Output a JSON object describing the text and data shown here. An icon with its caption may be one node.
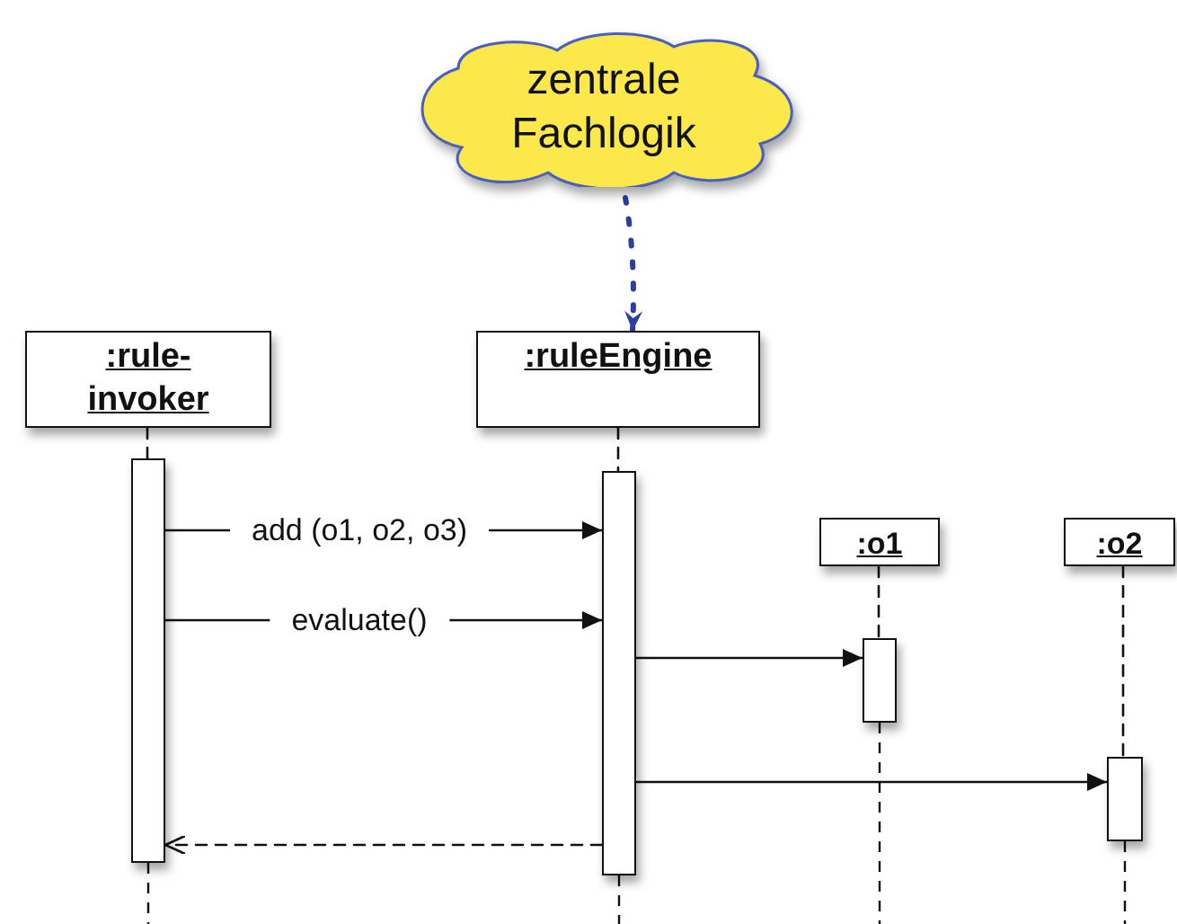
{
  "diagram": {
    "nodes": [
      {
        "text": [
          "zentrale Fachlogik"
        ]
      },
      {
        "text": [
          ":rule- invoker"
        ]
      },
      {
        "text": [
          ":ruleEngine"
        ]
      },
      {
        "text": [
          ":o1"
        ]
      },
      {
        "text": [
          ":o2"
        ]
      },
      {
        "text": [],
        "shape": "bar"
      },
      {
        "text": [],
        "shape": "bar"
      },
      {
        "text": [],
        "shape": "bar"
      },
      {
        "text": [],
        "shape": "bar"
      }
    ],
    "edges": [
      {
        "from": 0,
        "to": 2,
        "arrow": "to",
        "style": "dashed",
        "color": "#2b3fa0"
      },
      {
        "from": 1,
        "to": 5,
        "arrow": "none",
        "style": "dashed"
      },
      {
        "from": 2,
        "to": 6,
        "arrow": "none",
        "style": "dashed"
      },
      {
        "from": 3,
        "to": 7,
        "arrow": "none",
        "style": "dashed"
      },
      {
        "from": 4,
        "to": 8,
        "arrow": "none",
        "style": "dashed"
      },
      {
        "from": 5,
        "to": 6,
        "arrow": "to",
        "label": "add (o1, o2, o3)"
      },
      {
        "from": 5,
        "to": 6,
        "arrow": "to",
        "label": "evaluate()"
      },
      {
        "from": 6,
        "to": 7,
        "arrow": "to"
      },
      {
        "from": 6,
        "to": 8,
        "arrow": "to"
      },
      {
        "from": 6,
        "to": 5,
        "arrow": "to",
        "style": "dashed"
      }
    ]
  }
}
